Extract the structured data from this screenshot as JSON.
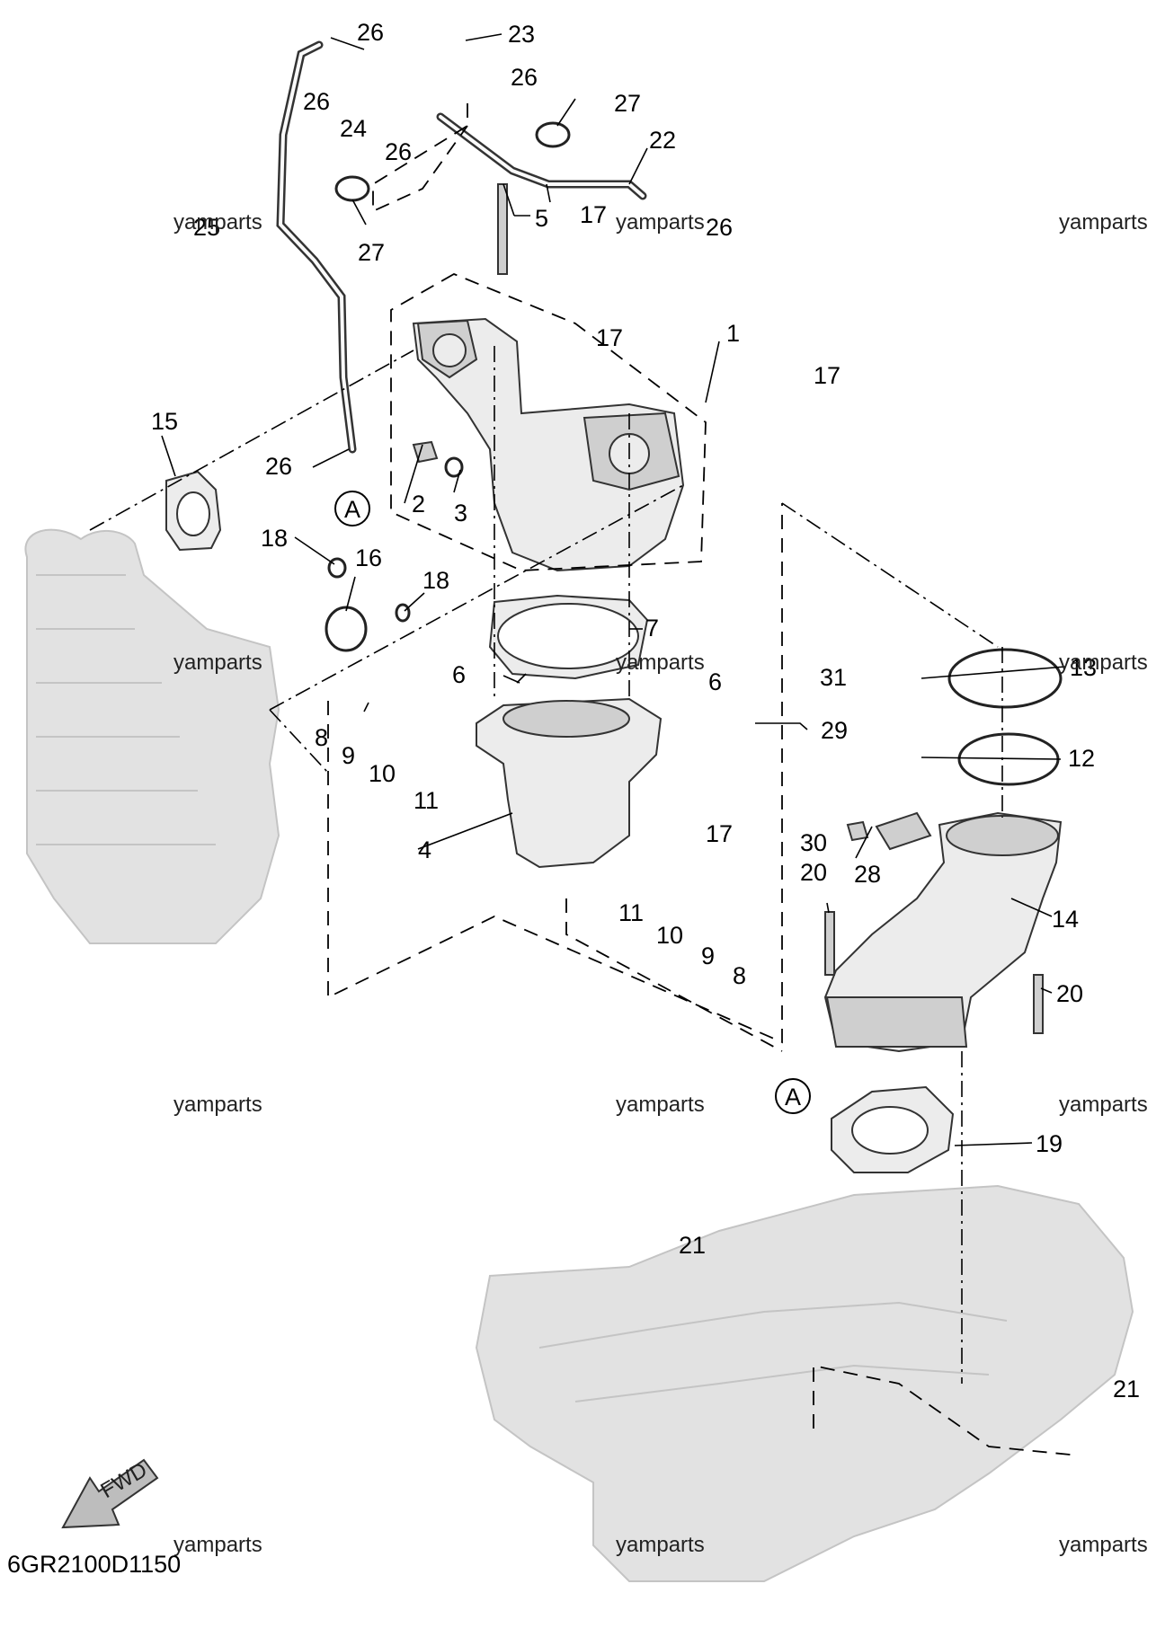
{
  "diagram_code": "6GR2100D1150",
  "watermark": "yamparts",
  "fwd_label": "FWD",
  "reference_marker": "A",
  "callouts": [
    "1",
    "2",
    "3",
    "4",
    "5",
    "6",
    "7",
    "8",
    "9",
    "10",
    "11",
    "12",
    "13",
    "14",
    "15",
    "16",
    "17",
    "18",
    "19",
    "20",
    "21",
    "22",
    "23",
    "24",
    "25",
    "26",
    "27",
    "28",
    "29",
    "30",
    "31"
  ]
}
